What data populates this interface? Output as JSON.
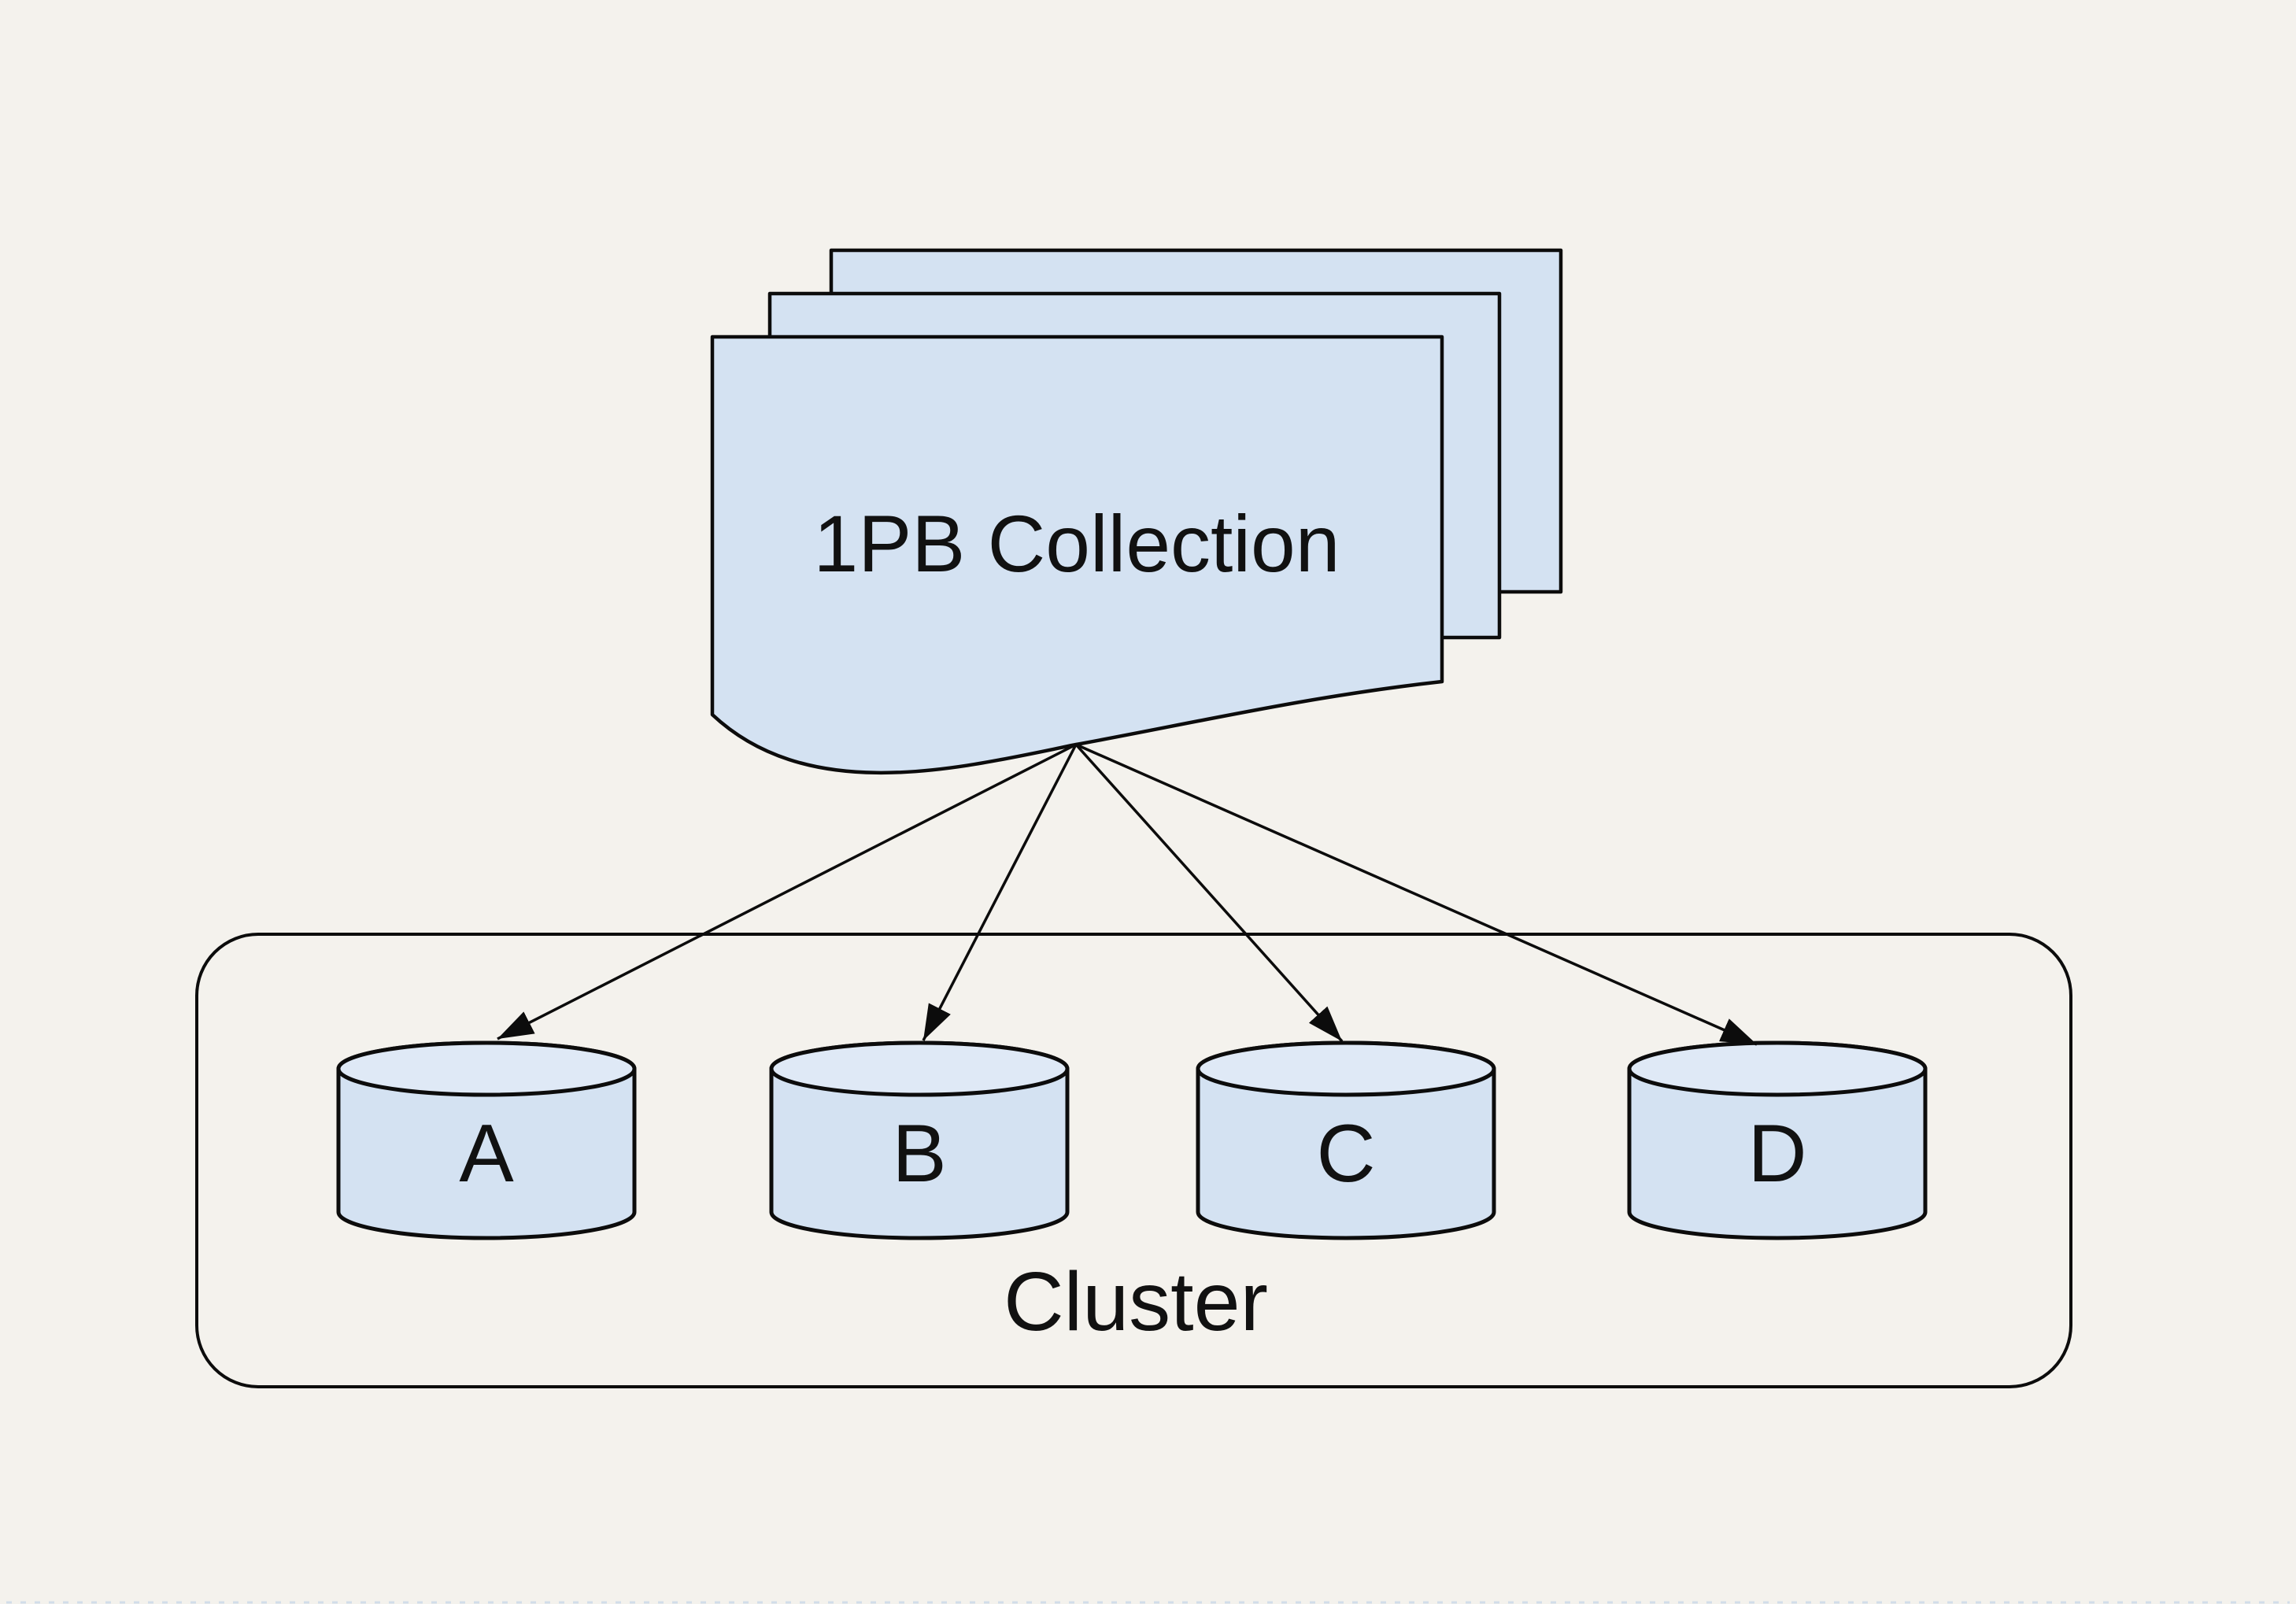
{
  "diagram": {
    "collection": {
      "label": "1PB Collection"
    },
    "cluster": {
      "label": "Cluster",
      "nodes": [
        {
          "label": "A"
        },
        {
          "label": "B"
        },
        {
          "label": "C"
        },
        {
          "label": "D"
        }
      ]
    },
    "edges": {
      "from": "1PB Collection",
      "to": [
        "A",
        "B",
        "C",
        "D"
      ]
    },
    "colors": {
      "background": "#f4f2ed",
      "shape_fill": "#d4e2f2",
      "shape_fill_top": "#dfe9f6",
      "stroke": "#0c0c0c",
      "edge_artifact": "#b7cde6"
    }
  }
}
